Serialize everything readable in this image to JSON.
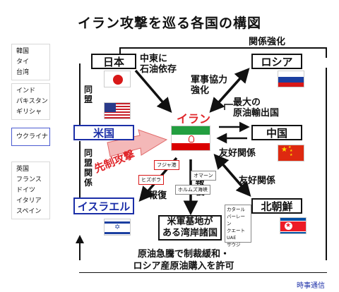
{
  "title": "イラン攻撃を巡る各国の構図",
  "countries": {
    "japan": "日本",
    "russia": "ロシア",
    "iran": "イラン",
    "china": "中国",
    "us": "米国",
    "israel": "イスラエル",
    "north_korea": "北朝鮮"
  },
  "relations": {
    "oil_dependence": [
      "中東に",
      "石油依存"
    ],
    "military_coop": [
      "軍事協力",
      "強化"
    ],
    "ties_strengthening": "関係強化",
    "ally": "同盟",
    "ally_relation": "同盟関係",
    "largest_export": [
      "最大の",
      "原油輸出国"
    ],
    "friendly_china": "友好関係",
    "friendly_nk": "友好関係",
    "preemptive_strike": "先制攻撃",
    "retaliation_left": "報復",
    "retaliation_right": "報復",
    "gulf_bases": [
      "米軍基地が",
      "ある湾岸諸国"
    ],
    "bottom_note": [
      "原油急騰で制裁緩和・",
      "ロシア産原油購入を許可"
    ]
  },
  "sidebar": {
    "group1": [
      "韓国",
      "タイ",
      "台湾"
    ],
    "group2": [
      "インド",
      "パキスタン",
      "ギリシャ"
    ],
    "group3": [
      "ウクライナ"
    ],
    "group4": [
      "英国",
      "フランス",
      "ドイツ",
      "イタリア",
      "スペイン"
    ]
  },
  "tags": {
    "fujairah": "フジャ港",
    "hezbollah": "ヒズボラ",
    "oman": "オマーン",
    "hormuz": "ホルムズ海峡"
  },
  "gulf_states": [
    "カタール",
    "バーレーン",
    "クエート",
    "UAE",
    "サウジ"
  ],
  "credit": "時事通信",
  "colors": {
    "accent_blue": "#1c2fa8",
    "arrow_red": "#e0262a",
    "arrow_pink": "#f4b8b8"
  }
}
